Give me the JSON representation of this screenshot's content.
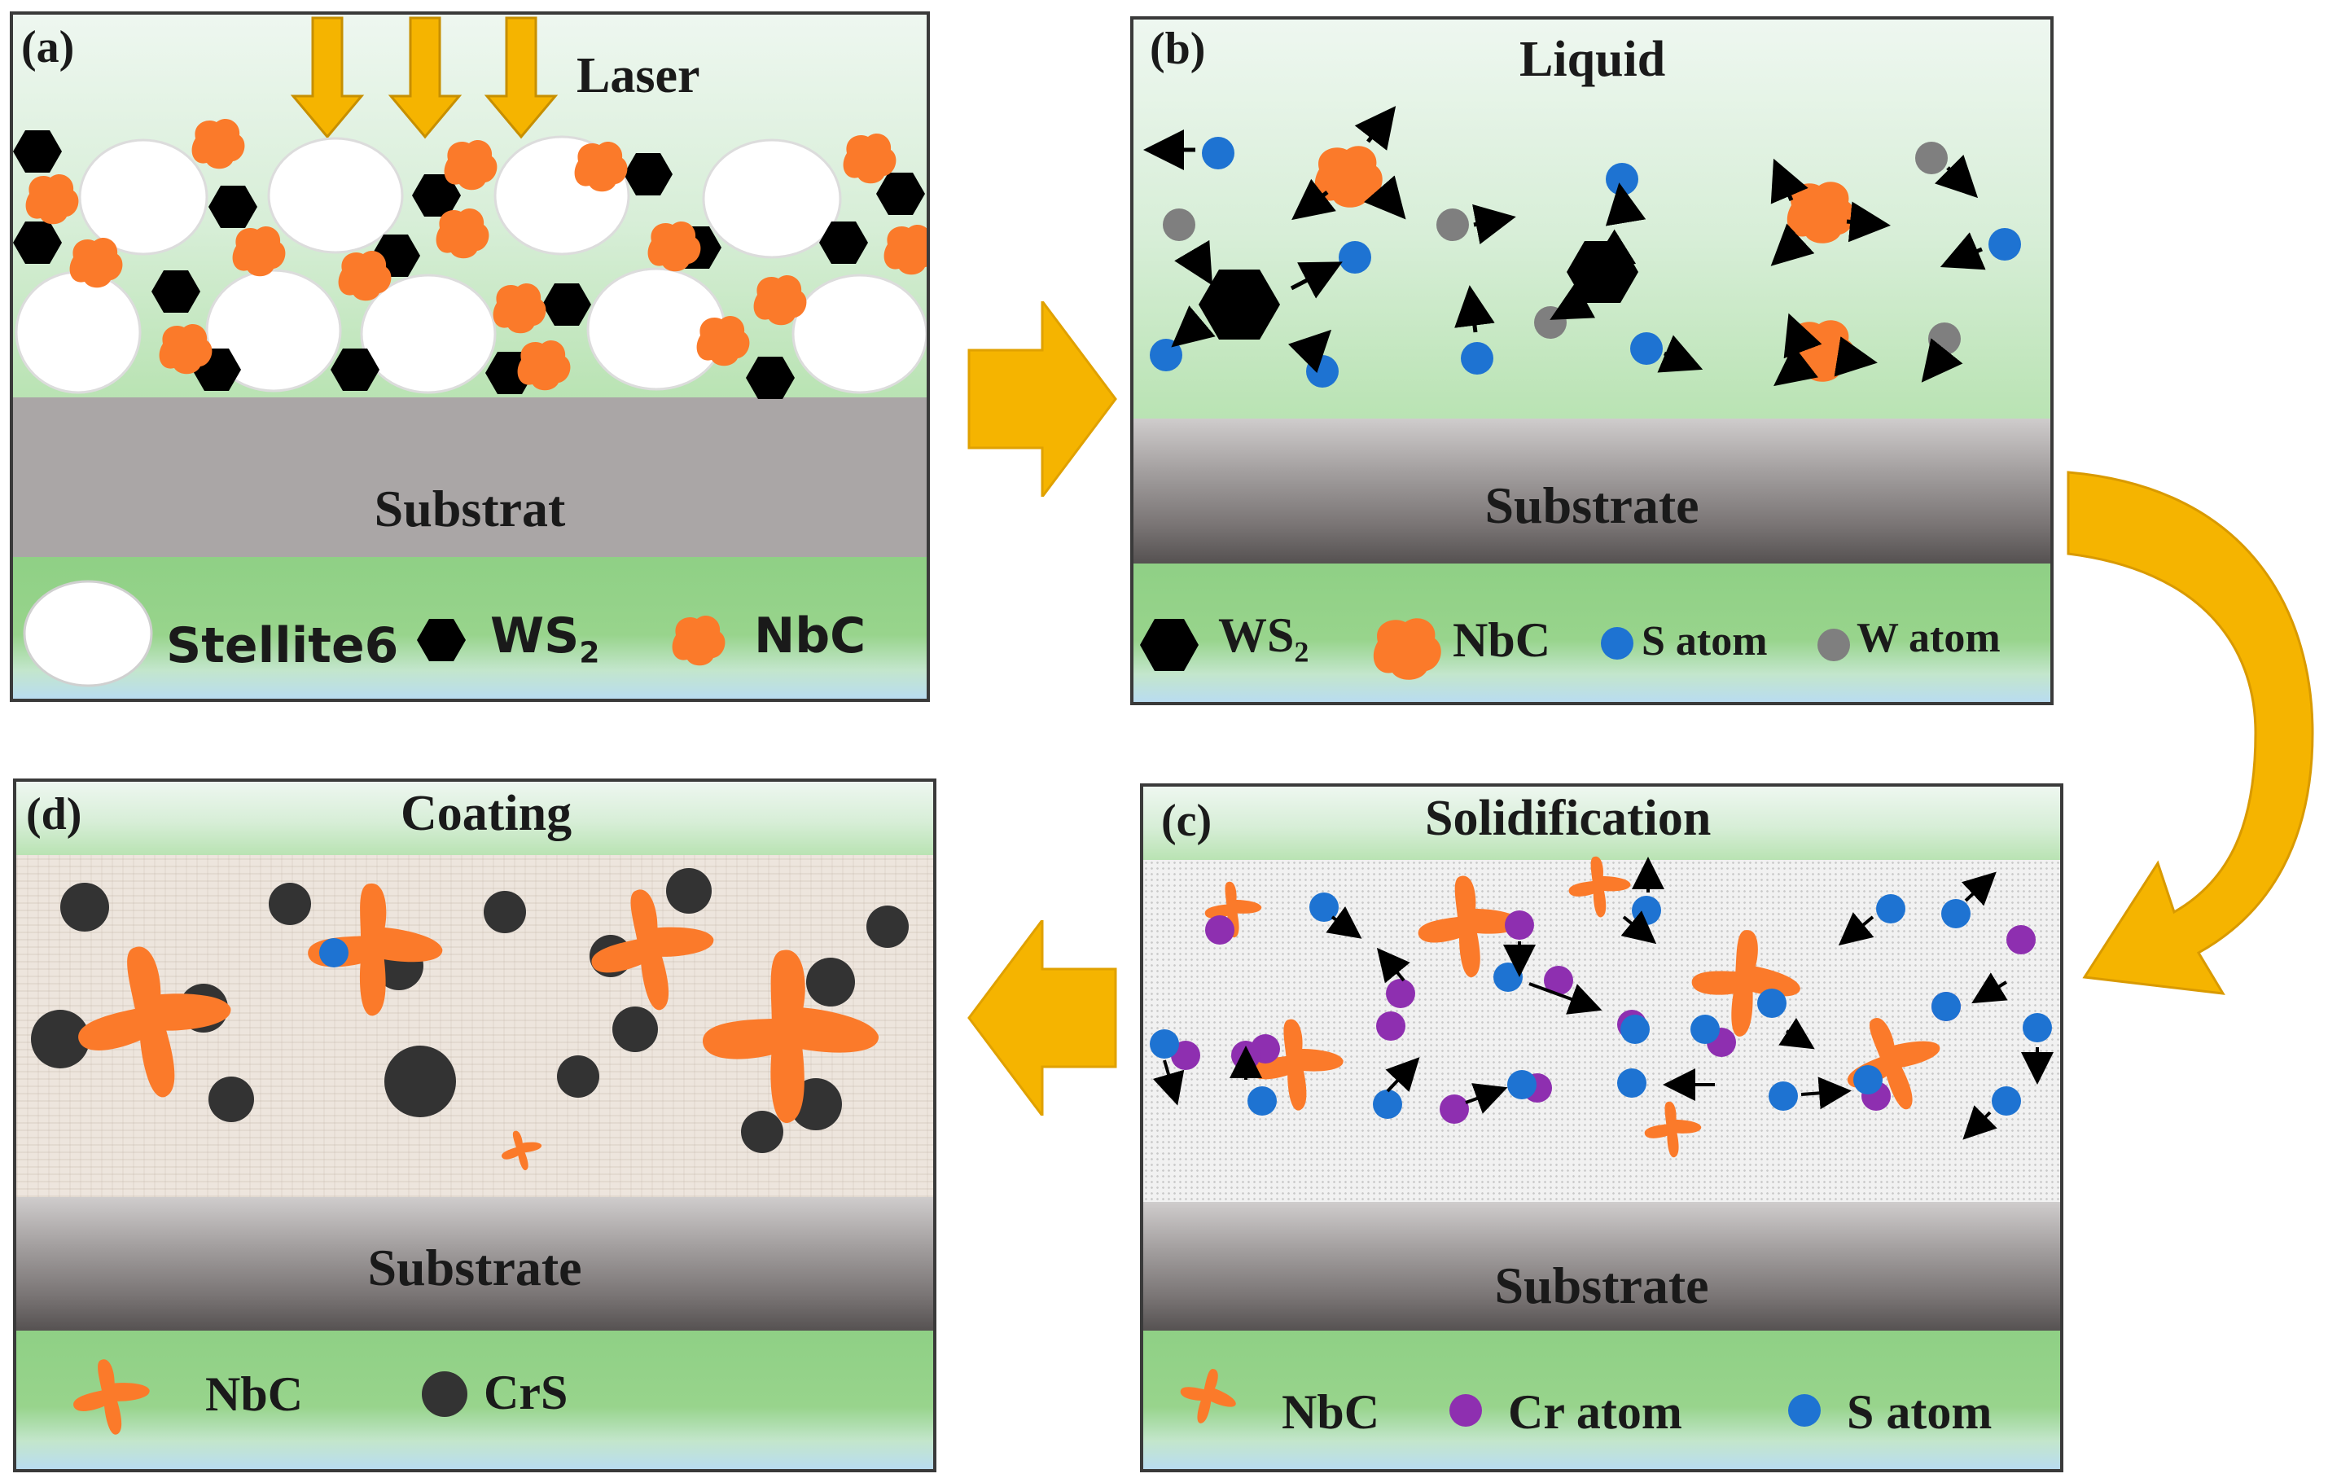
{
  "panels": {
    "a": {
      "tag": "(a)",
      "title": "Laser",
      "substrate": "Substrat",
      "legend": {
        "stellite": "Stellite6",
        "ws2_base": "WS",
        "ws2_sub": "2",
        "nbc": "NbC"
      }
    },
    "b": {
      "tag": "(b)",
      "title": "Liquid",
      "substrate": "Substrate",
      "legend": {
        "ws2_base": "WS",
        "ws2_sub": "2",
        "nbc": "NbC",
        "s_atom": "S atom",
        "w_atom": "W atom"
      }
    },
    "c": {
      "tag": "(c)",
      "title": "Solidification",
      "substrate": "Substrate",
      "legend": {
        "nbc": "NbC",
        "cr_atom": "Cr atom",
        "s_atom": "S atom"
      }
    },
    "d": {
      "tag": "(d)",
      "title": "Coating",
      "substrate": "Substrate",
      "legend": {
        "nbc": "NbC",
        "crs": "CrS"
      }
    }
  },
  "colors": {
    "arrow": "#f5b400",
    "arrow_dark": "#d99a00",
    "nbc": "#fb7a2a",
    "ws2": "#000000",
    "s_atom": "#1e73d2",
    "w_atom": "#7f7f7f",
    "cr_atom": "#8e2fb0",
    "crs": "#333333",
    "stellite": "#ffffff"
  }
}
